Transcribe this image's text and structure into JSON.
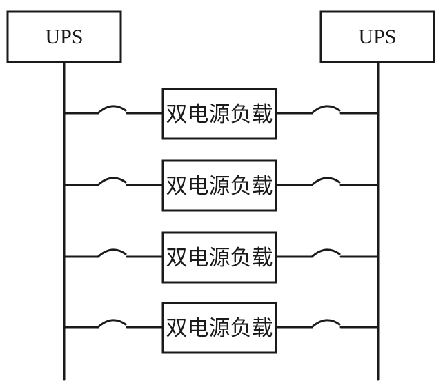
{
  "diagram": {
    "sources": [
      {
        "label": "UPS"
      },
      {
        "label": "UPS"
      }
    ],
    "loads": [
      {
        "label": "双电源负载"
      },
      {
        "label": "双电源负载"
      },
      {
        "label": "双电源负载"
      },
      {
        "label": "双电源负载"
      }
    ]
  }
}
